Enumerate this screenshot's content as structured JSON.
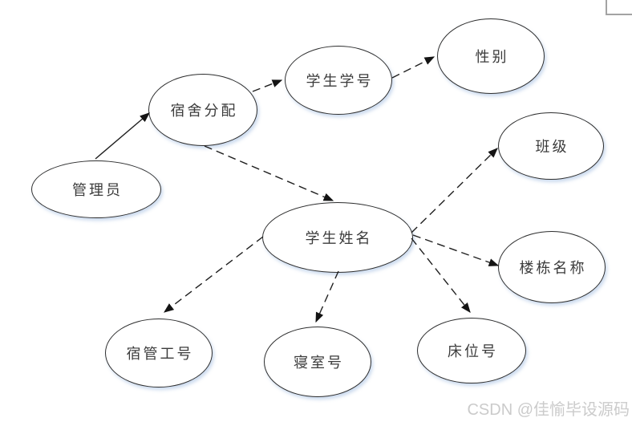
{
  "diagram": {
    "nodes": [
      {
        "id": "admin",
        "label": "管理员"
      },
      {
        "id": "dorm-allocation",
        "label": "宿舍分配"
      },
      {
        "id": "student-id",
        "label": "学生学号"
      },
      {
        "id": "gender",
        "label": "性别"
      },
      {
        "id": "class",
        "label": "班级"
      },
      {
        "id": "student-name",
        "label": "学生姓名"
      },
      {
        "id": "building-name",
        "label": "楼栋名称"
      },
      {
        "id": "dorm-manager-id",
        "label": "宿管工号"
      },
      {
        "id": "room-number",
        "label": "寝室号"
      },
      {
        "id": "bed-number",
        "label": "床位号"
      }
    ],
    "edges": [
      {
        "from": "管理员",
        "to": "宿舍分配",
        "style": "solid"
      },
      {
        "from": "宿舍分配",
        "to": "学生学号",
        "style": "dashed"
      },
      {
        "from": "学生学号",
        "to": "性别",
        "style": "dashed"
      },
      {
        "from": "宿舍分配",
        "to": "学生姓名",
        "style": "dashed"
      },
      {
        "from": "学生姓名",
        "to": "班级",
        "style": "dashed"
      },
      {
        "from": "学生姓名",
        "to": "楼栋名称",
        "style": "dashed"
      },
      {
        "from": "学生姓名",
        "to": "床位号",
        "style": "dashed"
      },
      {
        "from": "学生姓名",
        "to": "寝室号",
        "style": "dashed"
      },
      {
        "from": "学生姓名",
        "to": "宿管工号",
        "style": "dashed"
      }
    ],
    "colors": {
      "node_fill": "#ffffff",
      "node_stroke": "#2e2e2e",
      "edge": "#1f1f1f",
      "shadow_tint": "rgba(140,172,218,0.45)",
      "text": "#3b3b3b",
      "watermark": "#cbcbcb",
      "corner_shape": "#a3a3a3"
    }
  },
  "watermark": {
    "text": "CSDN @佳愉毕设源码"
  }
}
